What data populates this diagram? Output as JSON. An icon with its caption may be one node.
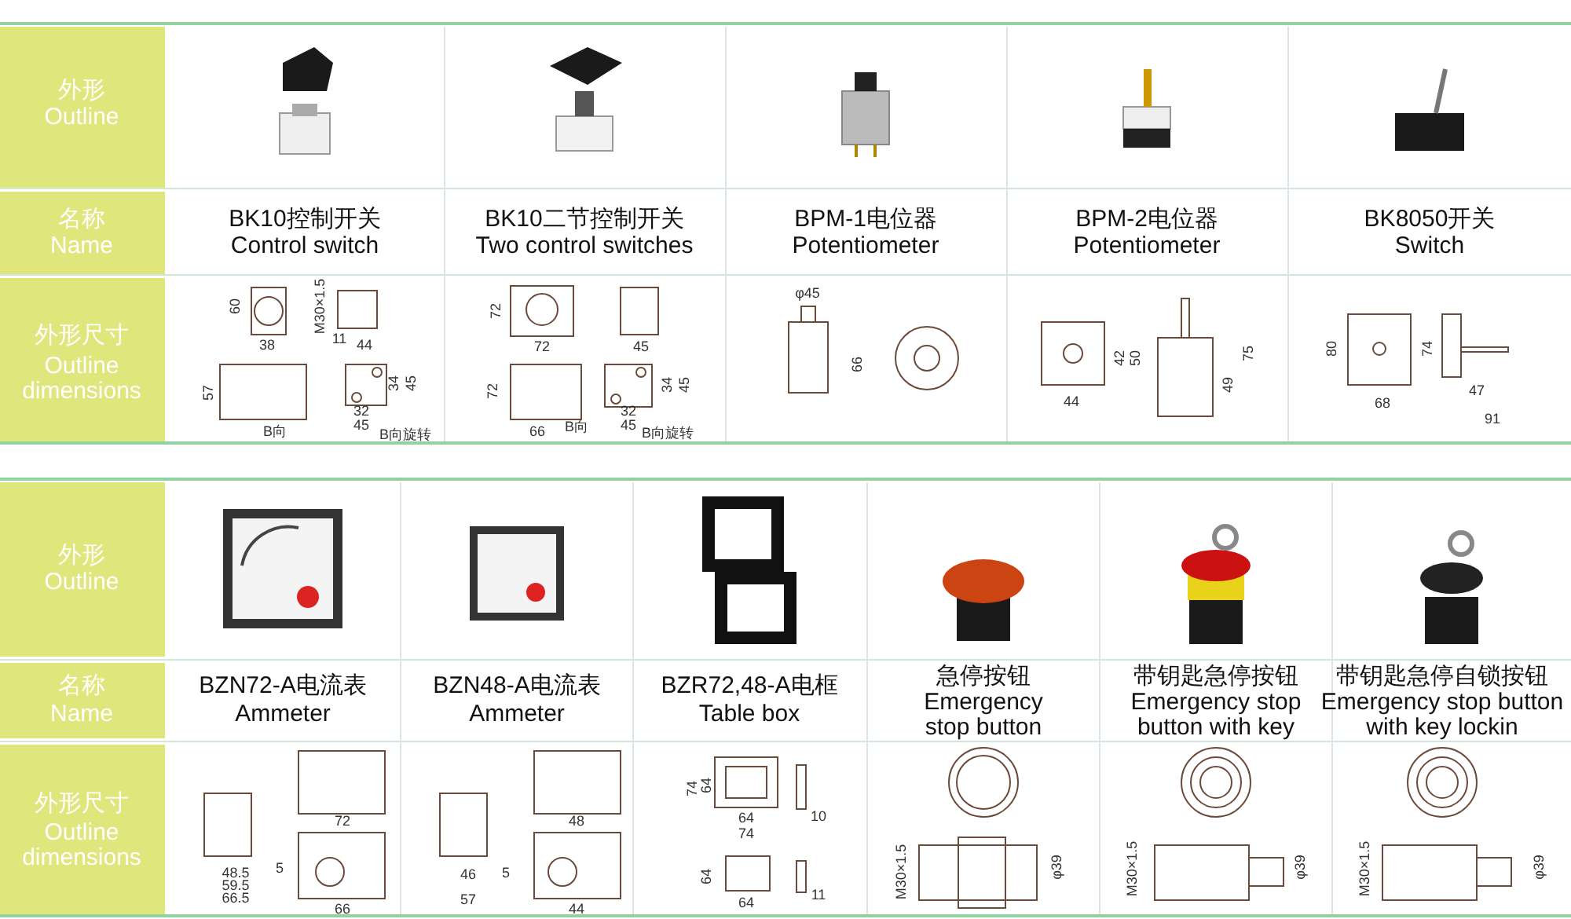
{
  "diagram": {
    "labels": [
      "外形",
      "Outline",
      "名称",
      "Name",
      "BK10控制开关",
      "Control switch",
      "BK10二节控制开关",
      "Two control switches",
      "BPM-1电位器",
      "Potentiometer",
      "BPM-2电位器",
      "Potentiometer",
      "BK8050开关",
      "Switch",
      "外形尺寸",
      "Outline dimensions",
      "60",
      "M30×1.5",
      "38",
      "11",
      "44",
      "57",
      "34",
      "45",
      "32",
      "45",
      "B向",
      "B向旋转",
      "72",
      "72",
      "45",
      "72",
      "34",
      "45",
      "32",
      "45",
      "66",
      "B向",
      "B向旋转",
      "φ45",
      "66",
      "42",
      "50",
      "75",
      "49",
      "44",
      "80",
      "74",
      "47",
      "68",
      "91",
      "外形",
      "Outline",
      "名称",
      "Name",
      "BZN72-A电流表",
      "Ammeter",
      "BZN48-A电流表",
      "Ammeter",
      "BZR72,48-A电框",
      "Table box",
      "急停按钮",
      "Emergency stop button",
      "带钥匙急停按钮",
      "Emergency stop button with key",
      "带钥匙急停自锁按钮",
      "Emergency stop button with key lockin",
      "外形尺寸",
      "Outline dimensions",
      "72",
      "48.5",
      "5",
      "59.5",
      "66.5",
      "66",
      "48",
      "46",
      "5",
      "57",
      "44",
      "74",
      "64",
      "64",
      "10",
      "74",
      "64",
      "64",
      "11",
      "M30×1.5",
      "φ39",
      "M30×1.5",
      "φ39",
      "M30×1.5",
      "φ39"
    ]
  }
}
